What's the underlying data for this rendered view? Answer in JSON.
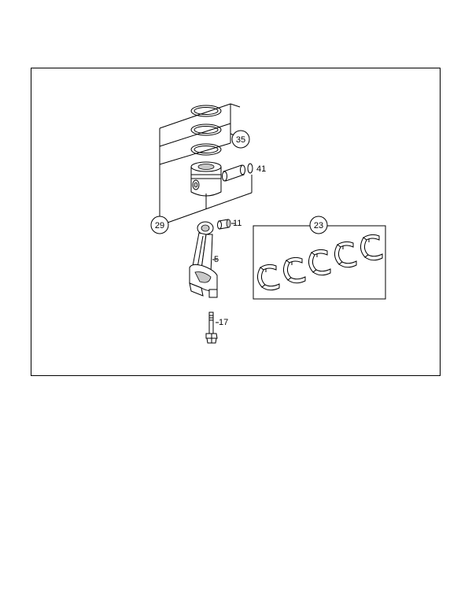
{
  "diagram": {
    "callouts": {
      "c35": "35",
      "c29": "29",
      "c23": "23",
      "c41": "41",
      "c11": "11",
      "c5": "5",
      "c17": "17"
    },
    "colors": {
      "line": "#000000",
      "background": "#ffffff",
      "shade": "#c8c8c8"
    }
  }
}
